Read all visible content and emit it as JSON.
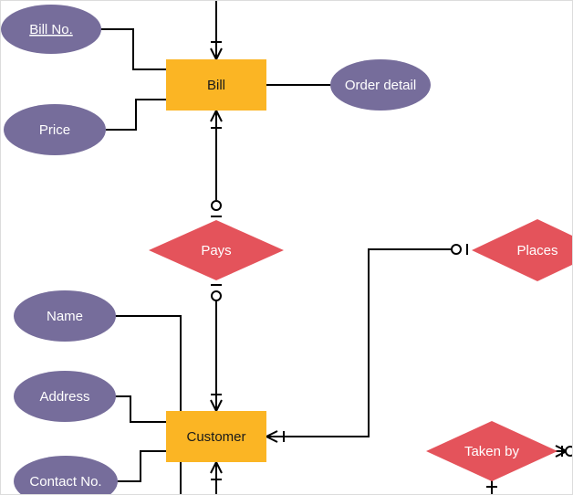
{
  "entities": {
    "bill": "Bill",
    "customer": "Customer"
  },
  "attributes": {
    "bill_no": "Bill No.",
    "price": "Price",
    "order_detail": "Order detail",
    "name": "Name",
    "address": "Address",
    "contact_no": "Contact No."
  },
  "relationships": {
    "pays": "Pays",
    "places": "Places",
    "taken_by": "Taken by"
  },
  "colors": {
    "entity": "#FBB524",
    "attribute": "#766D9B",
    "relationship": "#E4535B",
    "line": "#000000",
    "label_light": "#ffffff",
    "label_dark": "#1a1a1a"
  }
}
